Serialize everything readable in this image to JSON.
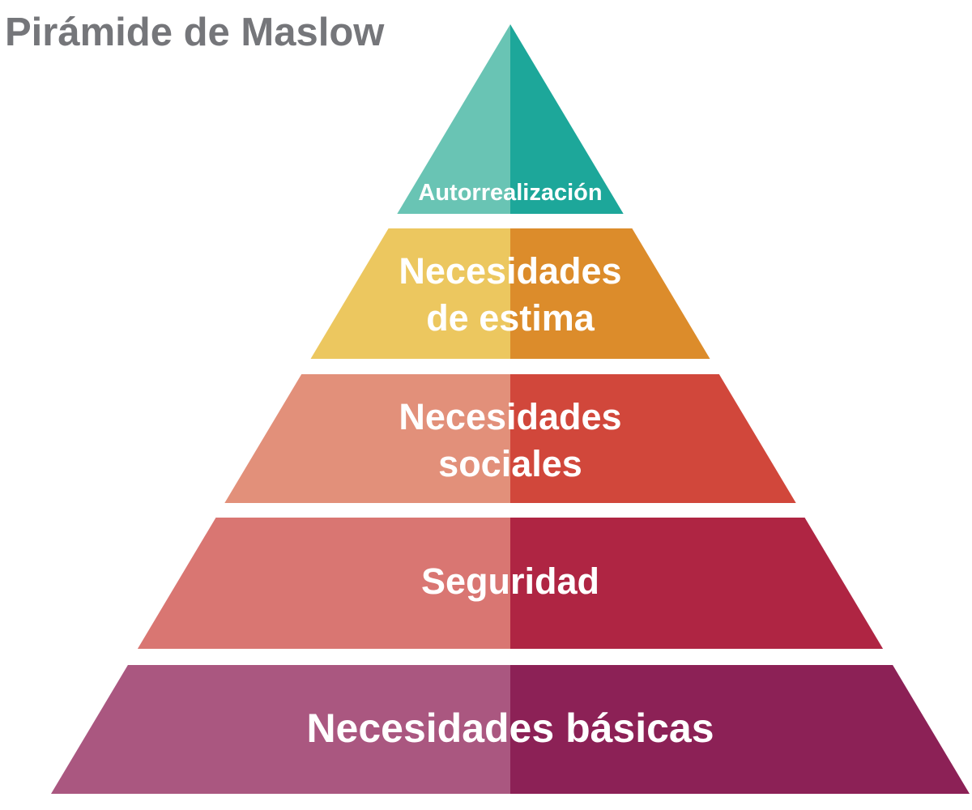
{
  "title": "Pirámide de Maslow",
  "colors": {
    "background": "#FFFFFF",
    "title_text": "#75767A",
    "level_label_text": "#FFFFFF"
  },
  "pyramid": {
    "levels": [
      {
        "name": "Autorrealización",
        "lines": [
          "Autorrealización"
        ],
        "left_color": "#69C4B4",
        "right_color": "#1DA79A"
      },
      {
        "name": "Necesidades de estima",
        "lines": [
          "Necesidades",
          "de estima"
        ],
        "left_color": "#ECC75F",
        "right_color": "#DC8C2B"
      },
      {
        "name": "Necesidades sociales",
        "lines": [
          "Necesidades",
          "sociales"
        ],
        "left_color": "#E2907A",
        "right_color": "#D1473B"
      },
      {
        "name": "Seguridad",
        "lines": [
          "Seguridad"
        ],
        "left_color": "#D97672",
        "right_color": "#AF2543"
      },
      {
        "name": "Necesidades básicas",
        "lines": [
          "Necesidades básicas"
        ],
        "left_color": "#AA5780",
        "right_color": "#8C2156"
      }
    ]
  }
}
